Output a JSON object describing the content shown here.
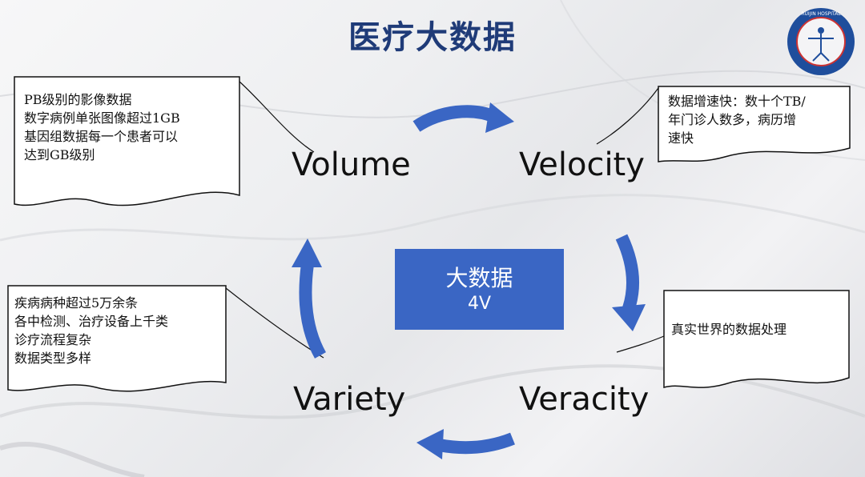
{
  "header": {
    "title": "医疗大数据"
  },
  "logo": {
    "text": "RUIJIN HOSPITAL",
    "icon": "hospital-seal-icon"
  },
  "center": {
    "line1": "大数据",
    "line2": "4V"
  },
  "words": {
    "volume": "Volume",
    "velocity": "Velocity",
    "veracity": "Veracity",
    "variety": "Variety"
  },
  "notes": {
    "volume": [
      "PB级别的影像数据",
      "数字病例单张图像超过1GB",
      "基因组数据每一个患者可以",
      "达到GB级别"
    ],
    "velocity": [
      "数据增速快：数十个TB/",
      "年门诊人数多，病历增",
      "速快"
    ],
    "veracity": [
      "真实世界的数据处理"
    ],
    "variety": [
      "疾病病种超过5万余条",
      "各中检测、治疗设备上千类",
      "诊疗流程复杂",
      "数据类型多样"
    ]
  },
  "colors": {
    "title": "#1f3b78",
    "arrow": "#3a66c4",
    "box": "#3a66c4"
  }
}
